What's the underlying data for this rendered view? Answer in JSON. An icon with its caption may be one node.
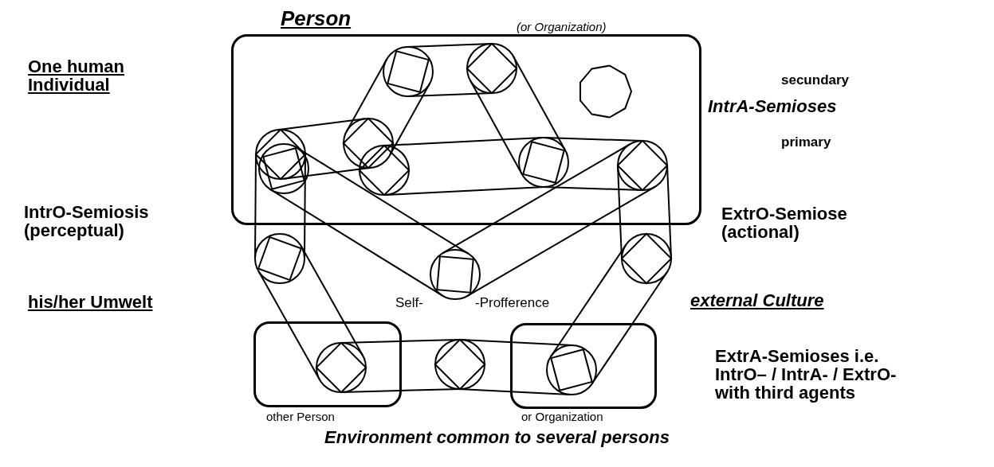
{
  "diagram": {
    "caption": "Environment common to several persons",
    "nodes": [
      {
        "text": [
          "Person",
          "(or Organization)"
        ]
      },
      {
        "text": [
          "other Person"
        ]
      },
      {
        "text": [
          "or Organization"
        ]
      }
    ],
    "labels": [
      "One human Individual",
      "secundary",
      "IntrA-Semioses",
      "primary",
      "IntrO-Semiosis (perceptual)",
      "ExtrO-Semiose (actional)",
      "his/her Umwelt",
      "Self-",
      "-Profference",
      "external Culture",
      "ExtrA-Semioses i.e. IntrO– / IntrA- / ExtrO- with third agents"
    ]
  }
}
